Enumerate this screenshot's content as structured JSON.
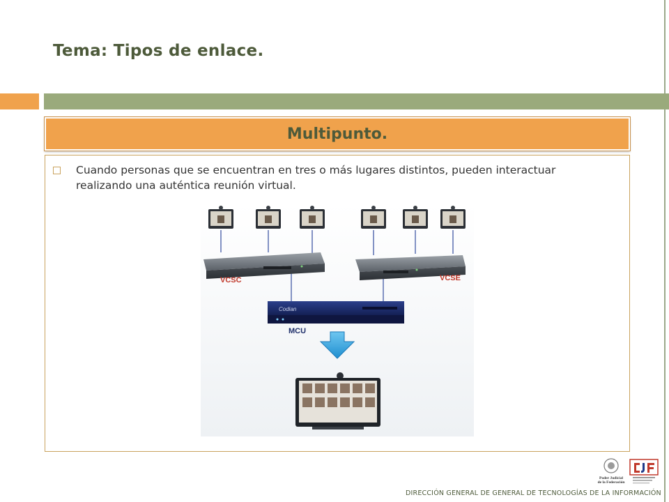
{
  "slide": {
    "title": "Tema: Tipos de enlace.",
    "section_header": "Multipunto.",
    "bullet_text": "Cuando personas que se encuentran en tres o más lugares distintos, pueden interactuar realizando una auténtica reunión virtual."
  },
  "diagram": {
    "left_server_label": "VCSC",
    "right_server_label": "VCSE",
    "mcu_label": "MCU",
    "mcu_brand": "Codian"
  },
  "footer": {
    "text": "DIRECCIÓN GENERAL DE GENERAL DE TECNOLOGÍAS DE LA INFORMACIÓN",
    "logo_left_text_1": "Poder Judicial",
    "logo_left_text_2": "de la Federación"
  },
  "colors": {
    "accent_orange": "#f0a24c",
    "accent_green": "#9aaa7c",
    "title_text": "#4d5a3a",
    "label_red": "#c0392b"
  }
}
